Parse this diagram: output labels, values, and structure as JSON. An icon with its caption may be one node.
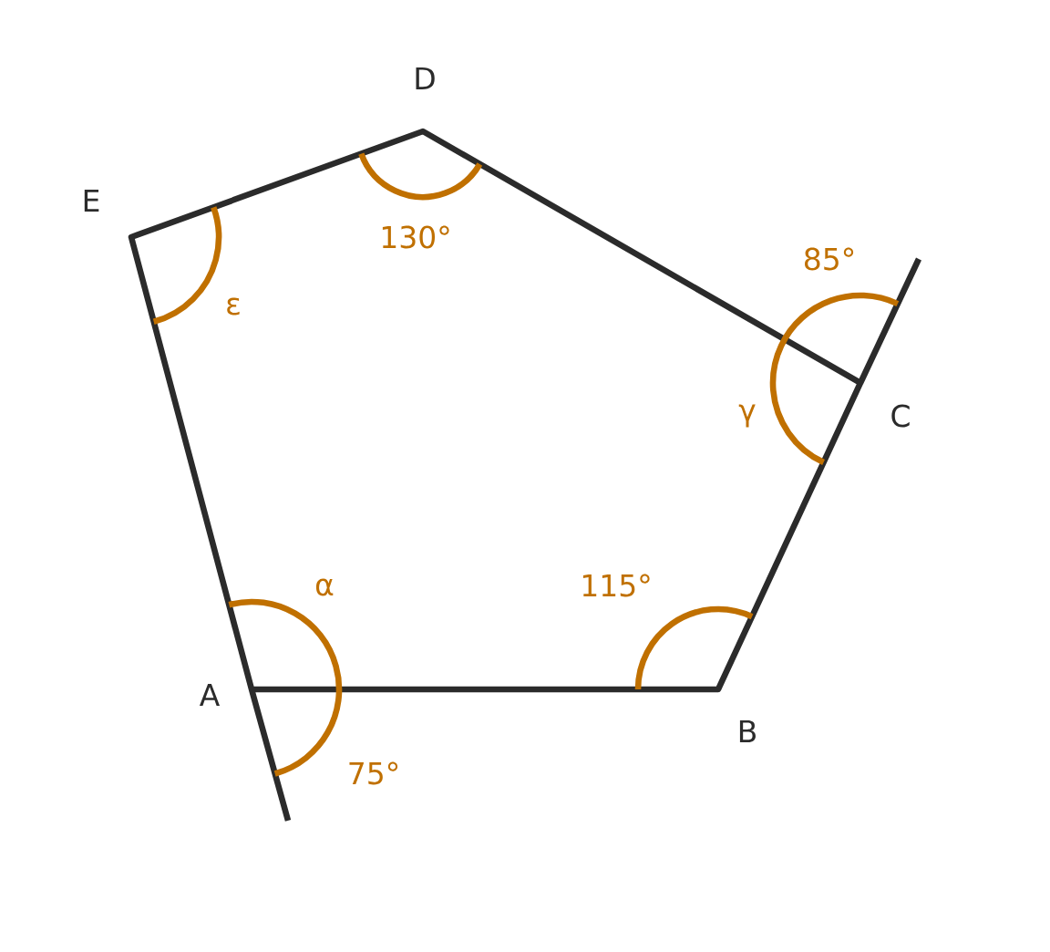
{
  "diagram": {
    "labels": [
      "D",
      "E",
      "130°",
      "ε",
      "85°",
      "C",
      "γ",
      "α",
      "115°",
      "A",
      "B",
      "75°"
    ]
  }
}
